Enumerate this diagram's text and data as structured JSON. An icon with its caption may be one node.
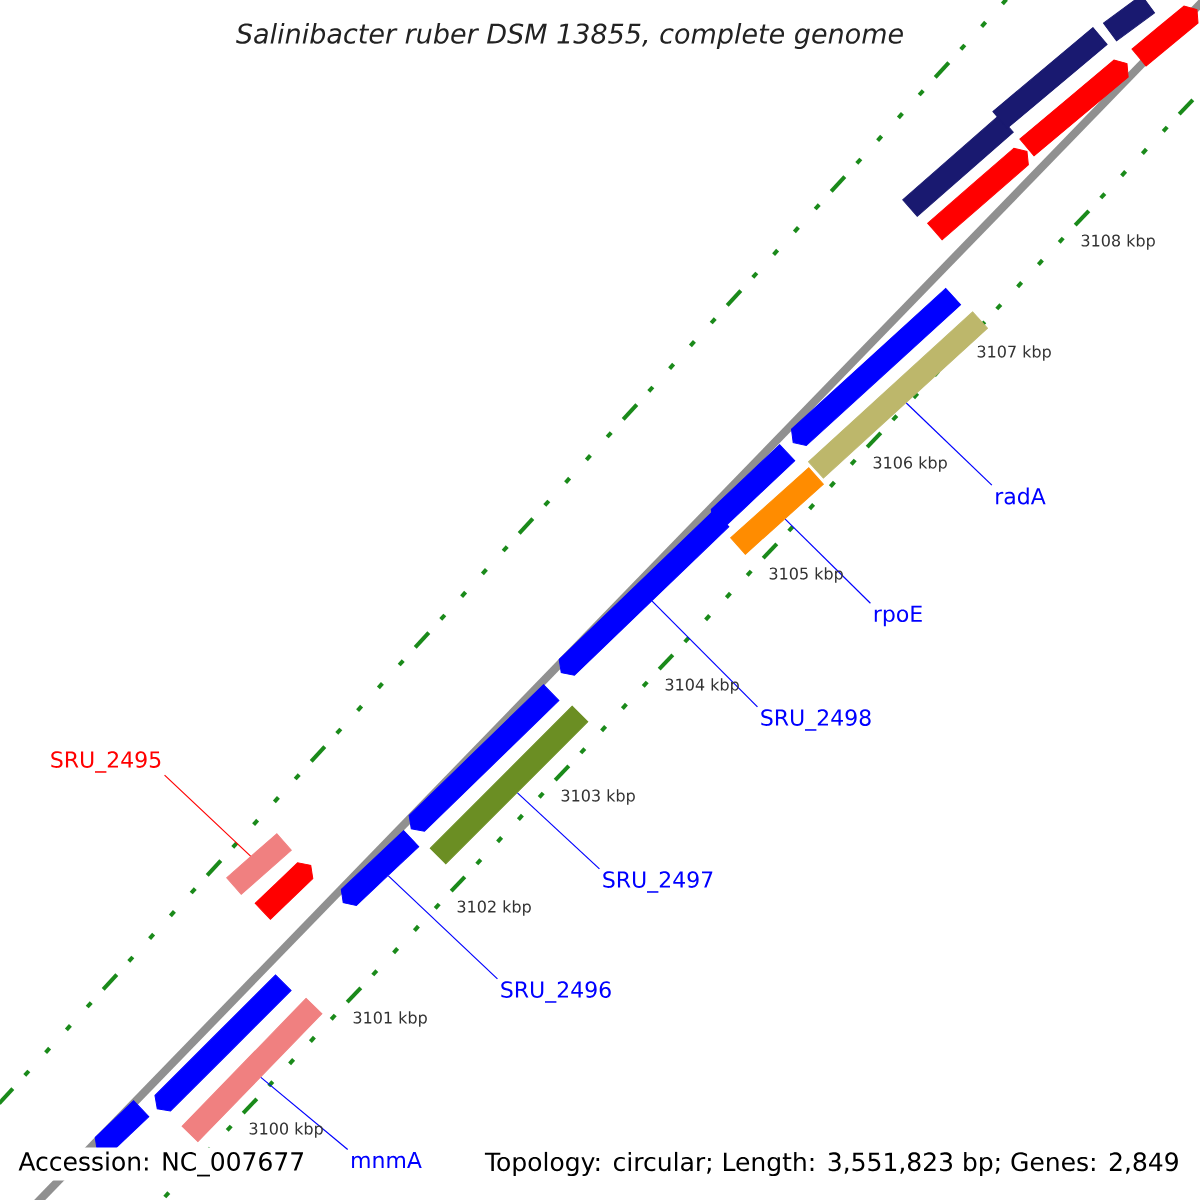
{
  "diagram": {
    "title": "Salinibacter ruber DSM 13855, complete genome",
    "nodes": [
      {
        "text": [
          "radA"
        ]
      },
      {
        "text": [
          "rpoE"
        ]
      },
      {
        "text": [
          "SRU_2498"
        ]
      },
      {
        "text": [
          "SRU_2495"
        ]
      },
      {
        "text": [
          "SRU_2497"
        ]
      },
      {
        "text": [
          "SRU_2496"
        ]
      },
      {
        "text": [
          "mnmA"
        ]
      },
      {
        "text": [],
        "shape": "arrow"
      },
      {
        "text": [],
        "shape": "arrow"
      },
      {
        "text": [],
        "shape": "box"
      },
      {
        "text": [],
        "shape": "box"
      },
      {
        "text": [],
        "shape": "arrow"
      },
      {
        "text": [],
        "shape": "arrow"
      },
      {
        "text": [],
        "shape": "arrow"
      },
      {
        "text": [],
        "shape": "box"
      },
      {
        "text": [],
        "shape": "arrow"
      },
      {
        "text": [],
        "shape": "arrow"
      },
      {
        "text": [],
        "shape": "box"
      },
      {
        "text": [],
        "shape": "arrow"
      },
      {
        "text": [],
        "shape": "box"
      },
      {
        "text": [],
        "shape": "box"
      },
      {
        "text": [],
        "shape": "arrow"
      },
      {
        "text": [],
        "shape": "box"
      },
      {
        "text": [],
        "shape": "arrow"
      },
      {
        "text": [],
        "shape": "box"
      },
      {
        "text": [],
        "shape": "arrow"
      }
    ],
    "edges": [
      {
        "from": 0,
        "to": 19,
        "arrow": "none"
      },
      {
        "from": 1,
        "to": 17,
        "arrow": "none"
      },
      {
        "from": 2,
        "to": 15,
        "arrow": "none"
      },
      {
        "from": 3,
        "to": 10,
        "arrow": "none",
        "color": "#ff0000"
      },
      {
        "from": 4,
        "to": 14,
        "arrow": "none"
      },
      {
        "from": 5,
        "to": 12,
        "arrow": "none"
      },
      {
        "from": 6,
        "to": 9,
        "arrow": "none"
      }
    ],
    "labels": [
      "3100 kbp",
      "3101 kbp",
      "3102 kbp",
      "3103 kbp",
      "3104 kbp",
      "3105 kbp",
      "3106 kbp",
      "3107 kbp",
      "3108 kbp",
      "Accession: NC_007677",
      "Topology: circular; Length: 3,551,823 bp; Genes: 2,849"
    ]
  }
}
